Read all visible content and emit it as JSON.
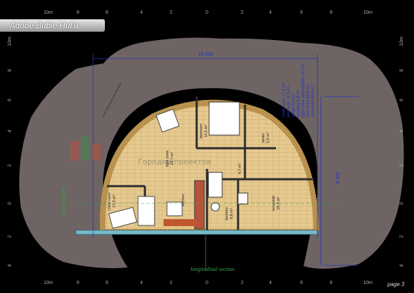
{
  "title": "Adobe Buble Hut'a",
  "page_label": "page 3",
  "scale": {
    "top_labels": [
      "10m",
      "8",
      "6",
      "4",
      "2",
      "0",
      "2",
      "4",
      "6",
      "8",
      "10m"
    ],
    "bottom_labels": [
      "10m",
      "8",
      "6",
      "4",
      "2",
      "0",
      "2",
      "4",
      "6",
      "8",
      "10m"
    ],
    "left_labels": [
      "10m",
      "8",
      "6",
      "4",
      "2",
      "0",
      "2",
      "4"
    ],
    "right_labels": [
      "10m",
      "8",
      "6",
      "4",
      "2",
      "0",
      "2",
      "4"
    ]
  },
  "dimensions": {
    "width_label": "13 400",
    "height_label": "9 900",
    "note": "dome without shear stop 300x50mm"
  },
  "rooms": [
    {
      "name": "bedroom",
      "area": "11,5 m²"
    },
    {
      "name": "larder",
      "area": "5,9 m²"
    },
    {
      "name": "light zone",
      "area": "24,7 m²"
    },
    {
      "name": "child room",
      "area": "17,3 m²"
    },
    {
      "name": "kitchen",
      "area": ""
    },
    {
      "name": "lavatory",
      "area": "6,8 m²"
    },
    {
      "name": "verandah",
      "area": "26,4 m²"
    },
    {
      "name": "",
      "area": "4,7 m²"
    }
  ],
  "legend": [
    "child room 17,3 m²",
    "bedroom 11,5 m²",
    "larder 5,9 m²",
    "lavatory 6,8 m²",
    "light zone and kitchen 24,7m²",
    "total area 84,6 m²",
    "verandah 26,4m²"
  ],
  "sections": {
    "cross": "cross  section",
    "longitudinal": "longitudinal  section"
  },
  "watermark": "Городки проектов",
  "colors": {
    "cave": "#6e6463",
    "floor": "#e3c78e",
    "wall": "#2b2b2b",
    "blue": "#2233cc",
    "green": "#3aa64a"
  }
}
